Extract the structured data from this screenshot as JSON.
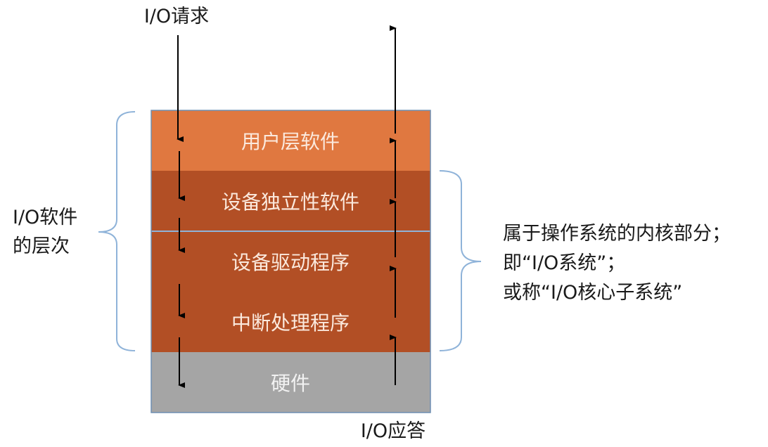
{
  "io_request": "I/O请求",
  "io_response": "I/O应答",
  "layers": {
    "user": "用户层软件",
    "device_independent": "设备独立性软件",
    "driver": "设备驱动程序",
    "interrupt": "中断处理程序",
    "hardware": "硬件"
  },
  "left_label": {
    "line1": "I/O软件",
    "line2": "的层次"
  },
  "right_note": {
    "line1": "属于操作系统的内核部分；",
    "line2": "即“I/O系统”；",
    "line3": "或称“I/O核心子系统”"
  },
  "colors": {
    "user_layer": "#e07840",
    "kernel_layer": "#b24f25",
    "hardware_layer": "#a5a5a5",
    "brace": "#8fb3d9",
    "arrow": "#000000"
  }
}
